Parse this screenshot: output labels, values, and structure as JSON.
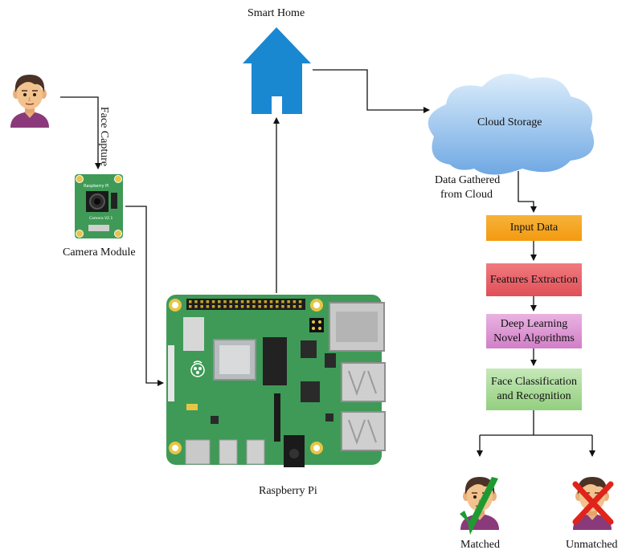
{
  "labels": {
    "smart_home": "Smart Home",
    "face_capture": "Face Capture",
    "camera_module": "Camera Module",
    "raspberry_pi": "Raspberry Pi",
    "cloud_storage": "Cloud Storage",
    "data_gathered_line1": "Data Gathered",
    "data_gathered_line2": "from Cloud",
    "matched": "Matched",
    "unmatched": "Unmatched"
  },
  "steps": [
    {
      "line1": "Input Data",
      "line2": "",
      "color": "#f5a61c"
    },
    {
      "line1": "Features Extraction",
      "line2": "",
      "color": "#e8656a"
    },
    {
      "line1": "Deep Learning",
      "line2": "Novel Algorithms",
      "color": "#d98fcf"
    },
    {
      "line1": "Face Classification",
      "line2": "and Recognition",
      "color": "#a8d996"
    }
  ],
  "camera_text": {
    "brand": "Raspberry Pi",
    "model": "Camera V2.1"
  },
  "colors": {
    "house": "#1a87d1",
    "cloud_top": "#cfe6f8",
    "cloud_bottom": "#7fb6e8",
    "pcb": "#3f9a57",
    "check": "#1f9a32",
    "cross": "#e2231a"
  }
}
